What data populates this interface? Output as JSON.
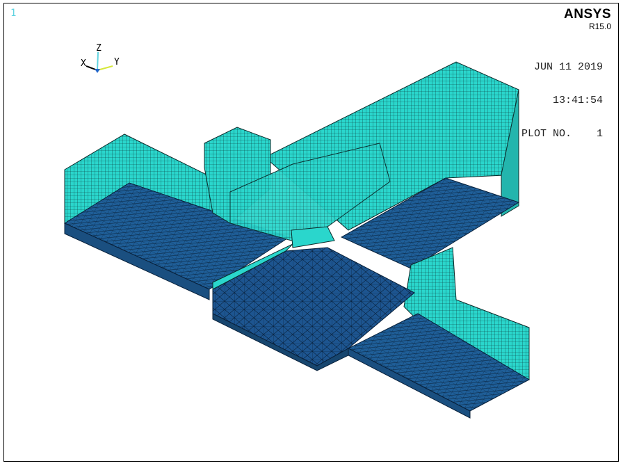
{
  "window_number": "1",
  "brand": {
    "name": "ANSYS",
    "release": "R15.0"
  },
  "plot_info": {
    "date": "JUN 11 2019",
    "time": "13:41:54",
    "plot_label": "PLOT NO.",
    "plot_number": "1"
  },
  "triad": {
    "x_label": "X",
    "y_label": "Y",
    "z_label": "Z",
    "x_color": "#000000",
    "y_color": "#d6e83a",
    "z_color": "#5fd3e0"
  },
  "model": {
    "face_color": "#2ad6cc",
    "base_color": "#1f5f99",
    "mesh_line_color": "#0b2a2a"
  }
}
